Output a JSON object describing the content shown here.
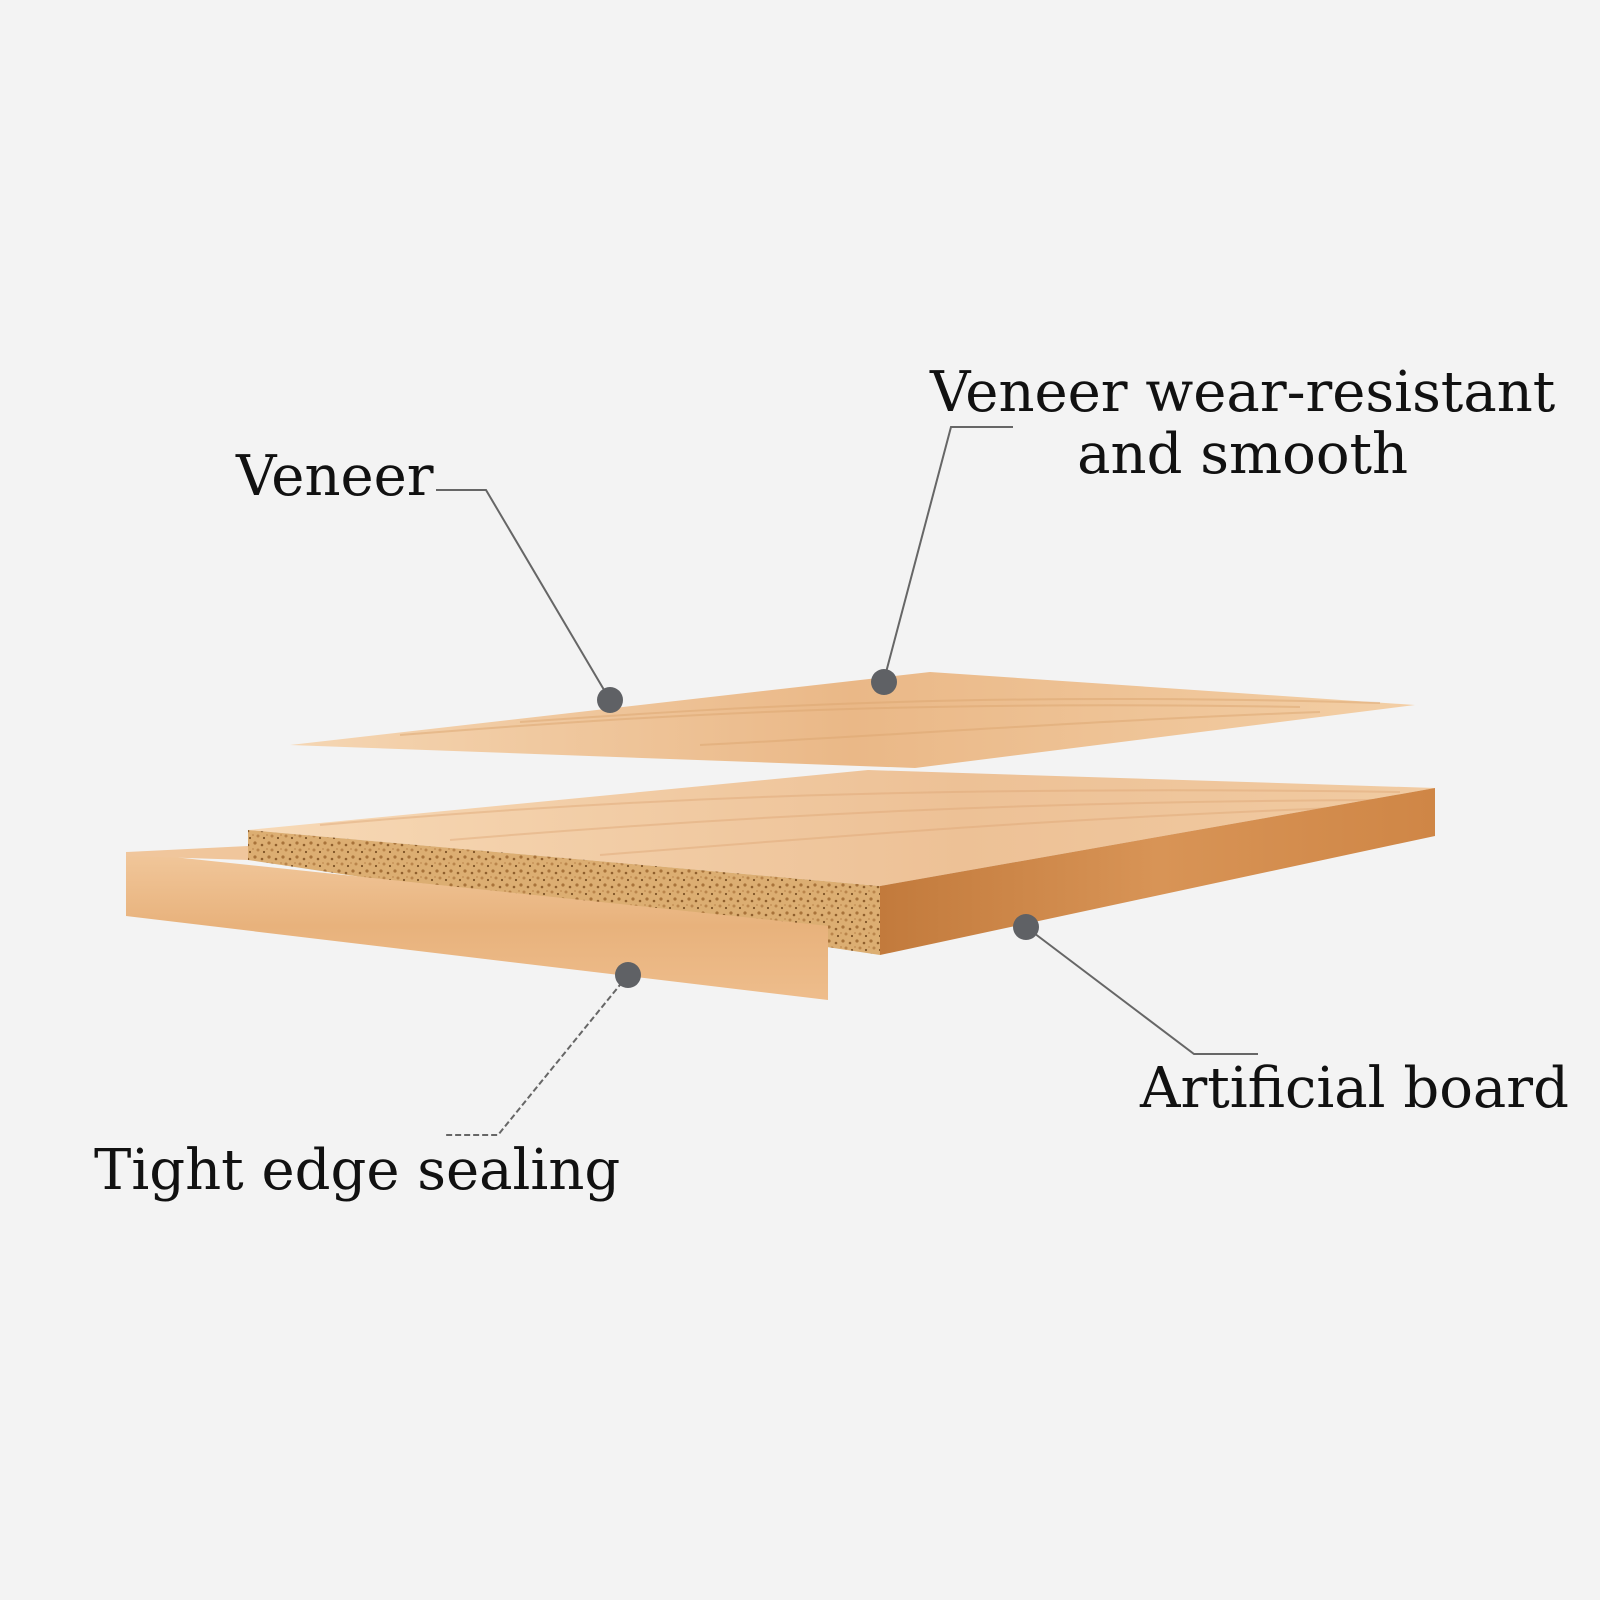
{
  "labels": {
    "veneer": "Veneer",
    "wear_line1": "Veneer wear-resistant",
    "wear_line2": "and smooth",
    "artificial_board": "Artificial board",
    "edge_sealing": "Tight edge sealing"
  },
  "colors": {
    "background": "#f3f3f3",
    "text": "#111111",
    "leader_line": "#666666",
    "marker_dot": "#5f6165",
    "wood_light": "#f2c89a",
    "wood_mid": "#e3ab72",
    "wood_dark": "#c57f40",
    "particle_core": "#d9a766"
  }
}
